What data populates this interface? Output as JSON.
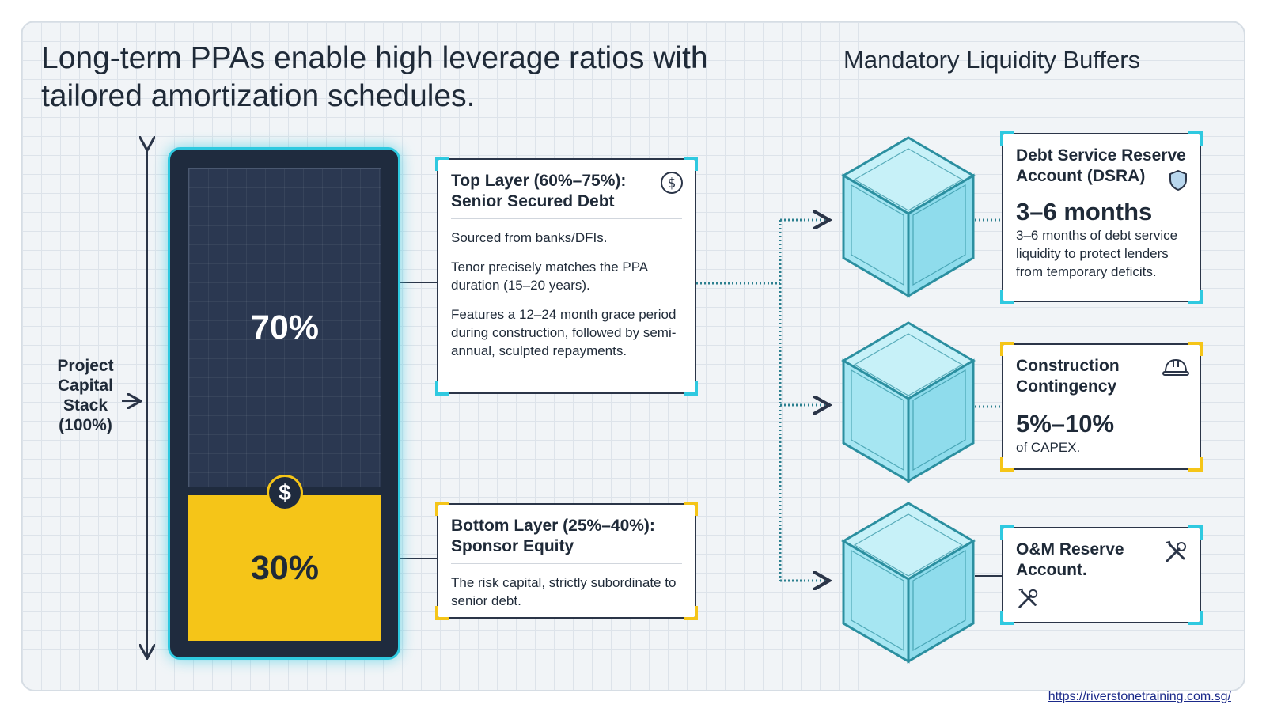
{
  "title": "Long-term PPAs enable high leverage ratios with tailored amortization schedules.",
  "side_title": "Mandatory Liquidity Buffers",
  "stack": {
    "label": "Project Capital Stack (100%)",
    "arrow": "→",
    "top_pct": "70%",
    "bottom_pct": "30%",
    "divider_symbol": "$",
    "top_color": "#2b3851",
    "bottom_color": "#f5c518"
  },
  "senior_card": {
    "title": "Top Layer (60%–75%): Senior Secured Debt",
    "icon": "dollar-circle-icon",
    "points": [
      "Sourced from banks/DFIs.",
      "Tenor precisely matches the PPA duration (15–20 years).",
      "Features a 12–24 month grace period during construction, followed by semi-annual, sculpted repayments."
    ]
  },
  "equity_card": {
    "title": "Bottom Layer (25%–40%): Sponsor Equity",
    "text": "The risk capital, strictly subordinate to senior debt."
  },
  "buffers": [
    {
      "title": "Debt Service Reserve Account (DSRA)",
      "icon": "shield-icon",
      "value": "3–6 months",
      "text": "3–6 months of debt service liquidity to protect lenders from temporary deficits."
    },
    {
      "title": "Construction Contingency",
      "icon": "hard-hat-icon",
      "value": "5%–10%",
      "text": "of CAPEX."
    },
    {
      "title": "O&M Reserve Account.",
      "icon": "wrench-screwdriver-icon",
      "value": "",
      "text": ""
    }
  ],
  "colors": {
    "accent": "#2fc9e0",
    "equity": "#f5c518",
    "navy": "#1f2b3e"
  },
  "footer_url": "https://riverstonetraining.com.sg/"
}
